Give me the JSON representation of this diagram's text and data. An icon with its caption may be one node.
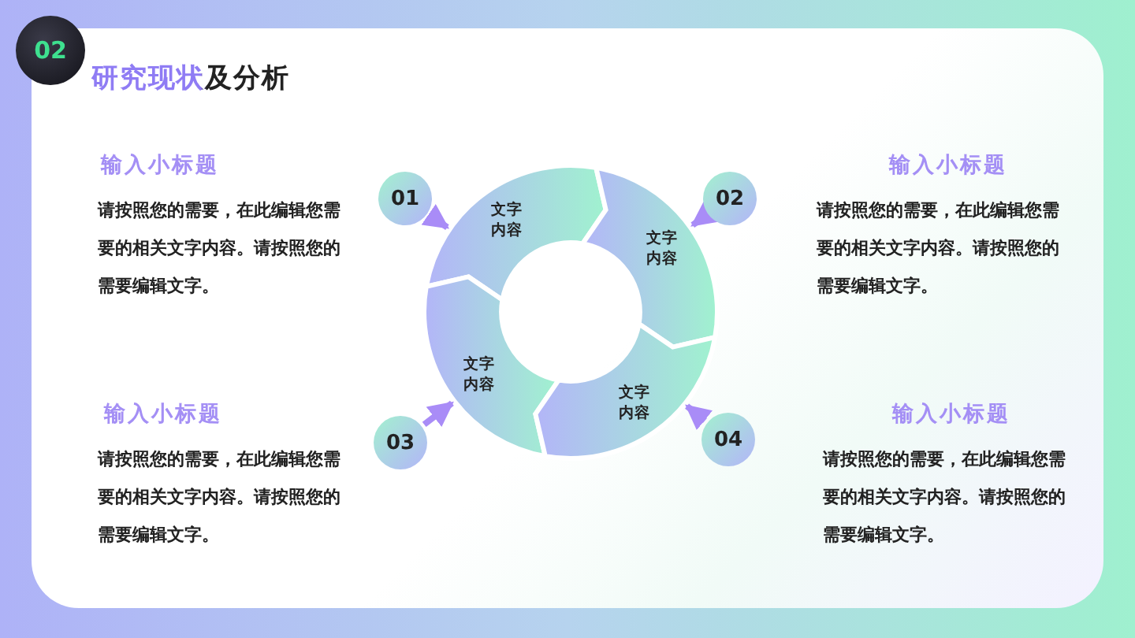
{
  "diagram": {
    "title": "研究现状及分析",
    "nodes": [
      {
        "text": [
          "02"
        ]
      },
      {
        "text": [
          "01"
        ]
      },
      {
        "text": [
          "文字内容"
        ]
      },
      {
        "text": [
          "02"
        ]
      },
      {
        "text": [
          "文字内容"
        ]
      },
      {
        "text": [
          "文字内容"
        ]
      },
      {
        "text": [
          "文字内容"
        ]
      },
      {
        "text": [
          "03"
        ]
      },
      {
        "text": [
          "04"
        ]
      }
    ],
    "edges": [
      {
        "from": 1,
        "to": 2,
        "arrow": "to"
      },
      {
        "from": 3,
        "to": 4,
        "arrow": "to"
      },
      {
        "from": 7,
        "to": 5,
        "arrow": "to"
      },
      {
        "from": 8,
        "to": 6,
        "arrow": "to"
      }
    ],
    "labels": [
      "输入小标题",
      "请按照您的需要，在此编辑您需要的相关文字内容。请按照您的需要编辑文字。",
      "输入小标题",
      "请按照您的需要，在此编辑您需要的相关文字内容。请按照您的需要编辑文字。",
      "输入小标题",
      "请按照您的需要，在此编辑您需要的相关文字内容。请按照您的需要编辑文字。",
      "输入小标题",
      "请按照您的需要，在此编辑您需要的相关文字内容。请按照您的需要编辑文字。"
    ]
  }
}
